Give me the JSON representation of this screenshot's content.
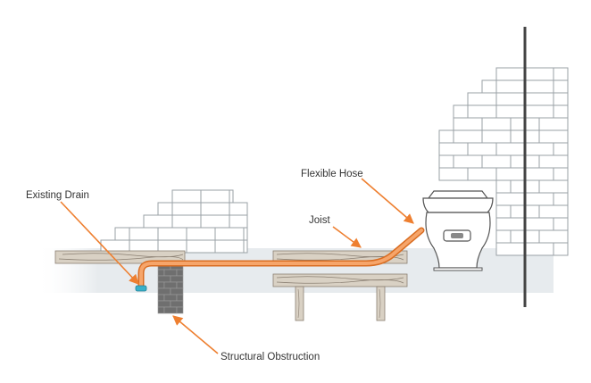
{
  "labels": {
    "existing_drain": "Existing Drain",
    "flexible_hose": "Flexible Hose",
    "joist": "Joist",
    "structural_obstruction": "Structural Obstruction"
  },
  "colors": {
    "hose": "#f28a3c",
    "hose_outline": "#d96d22",
    "arrow": "#ee7f30",
    "brick_line": "#9aa0a6",
    "wood": "#d9d1c4",
    "wood_grain": "#8a7f72",
    "obstruction": "#6f6f6f",
    "floor_shade": "#e7ebee",
    "drain_cap": "#3ab0c9",
    "wall_post": "#444444"
  },
  "icons": {
    "toilet": "toilet-icon",
    "drain": "drain-icon"
  }
}
